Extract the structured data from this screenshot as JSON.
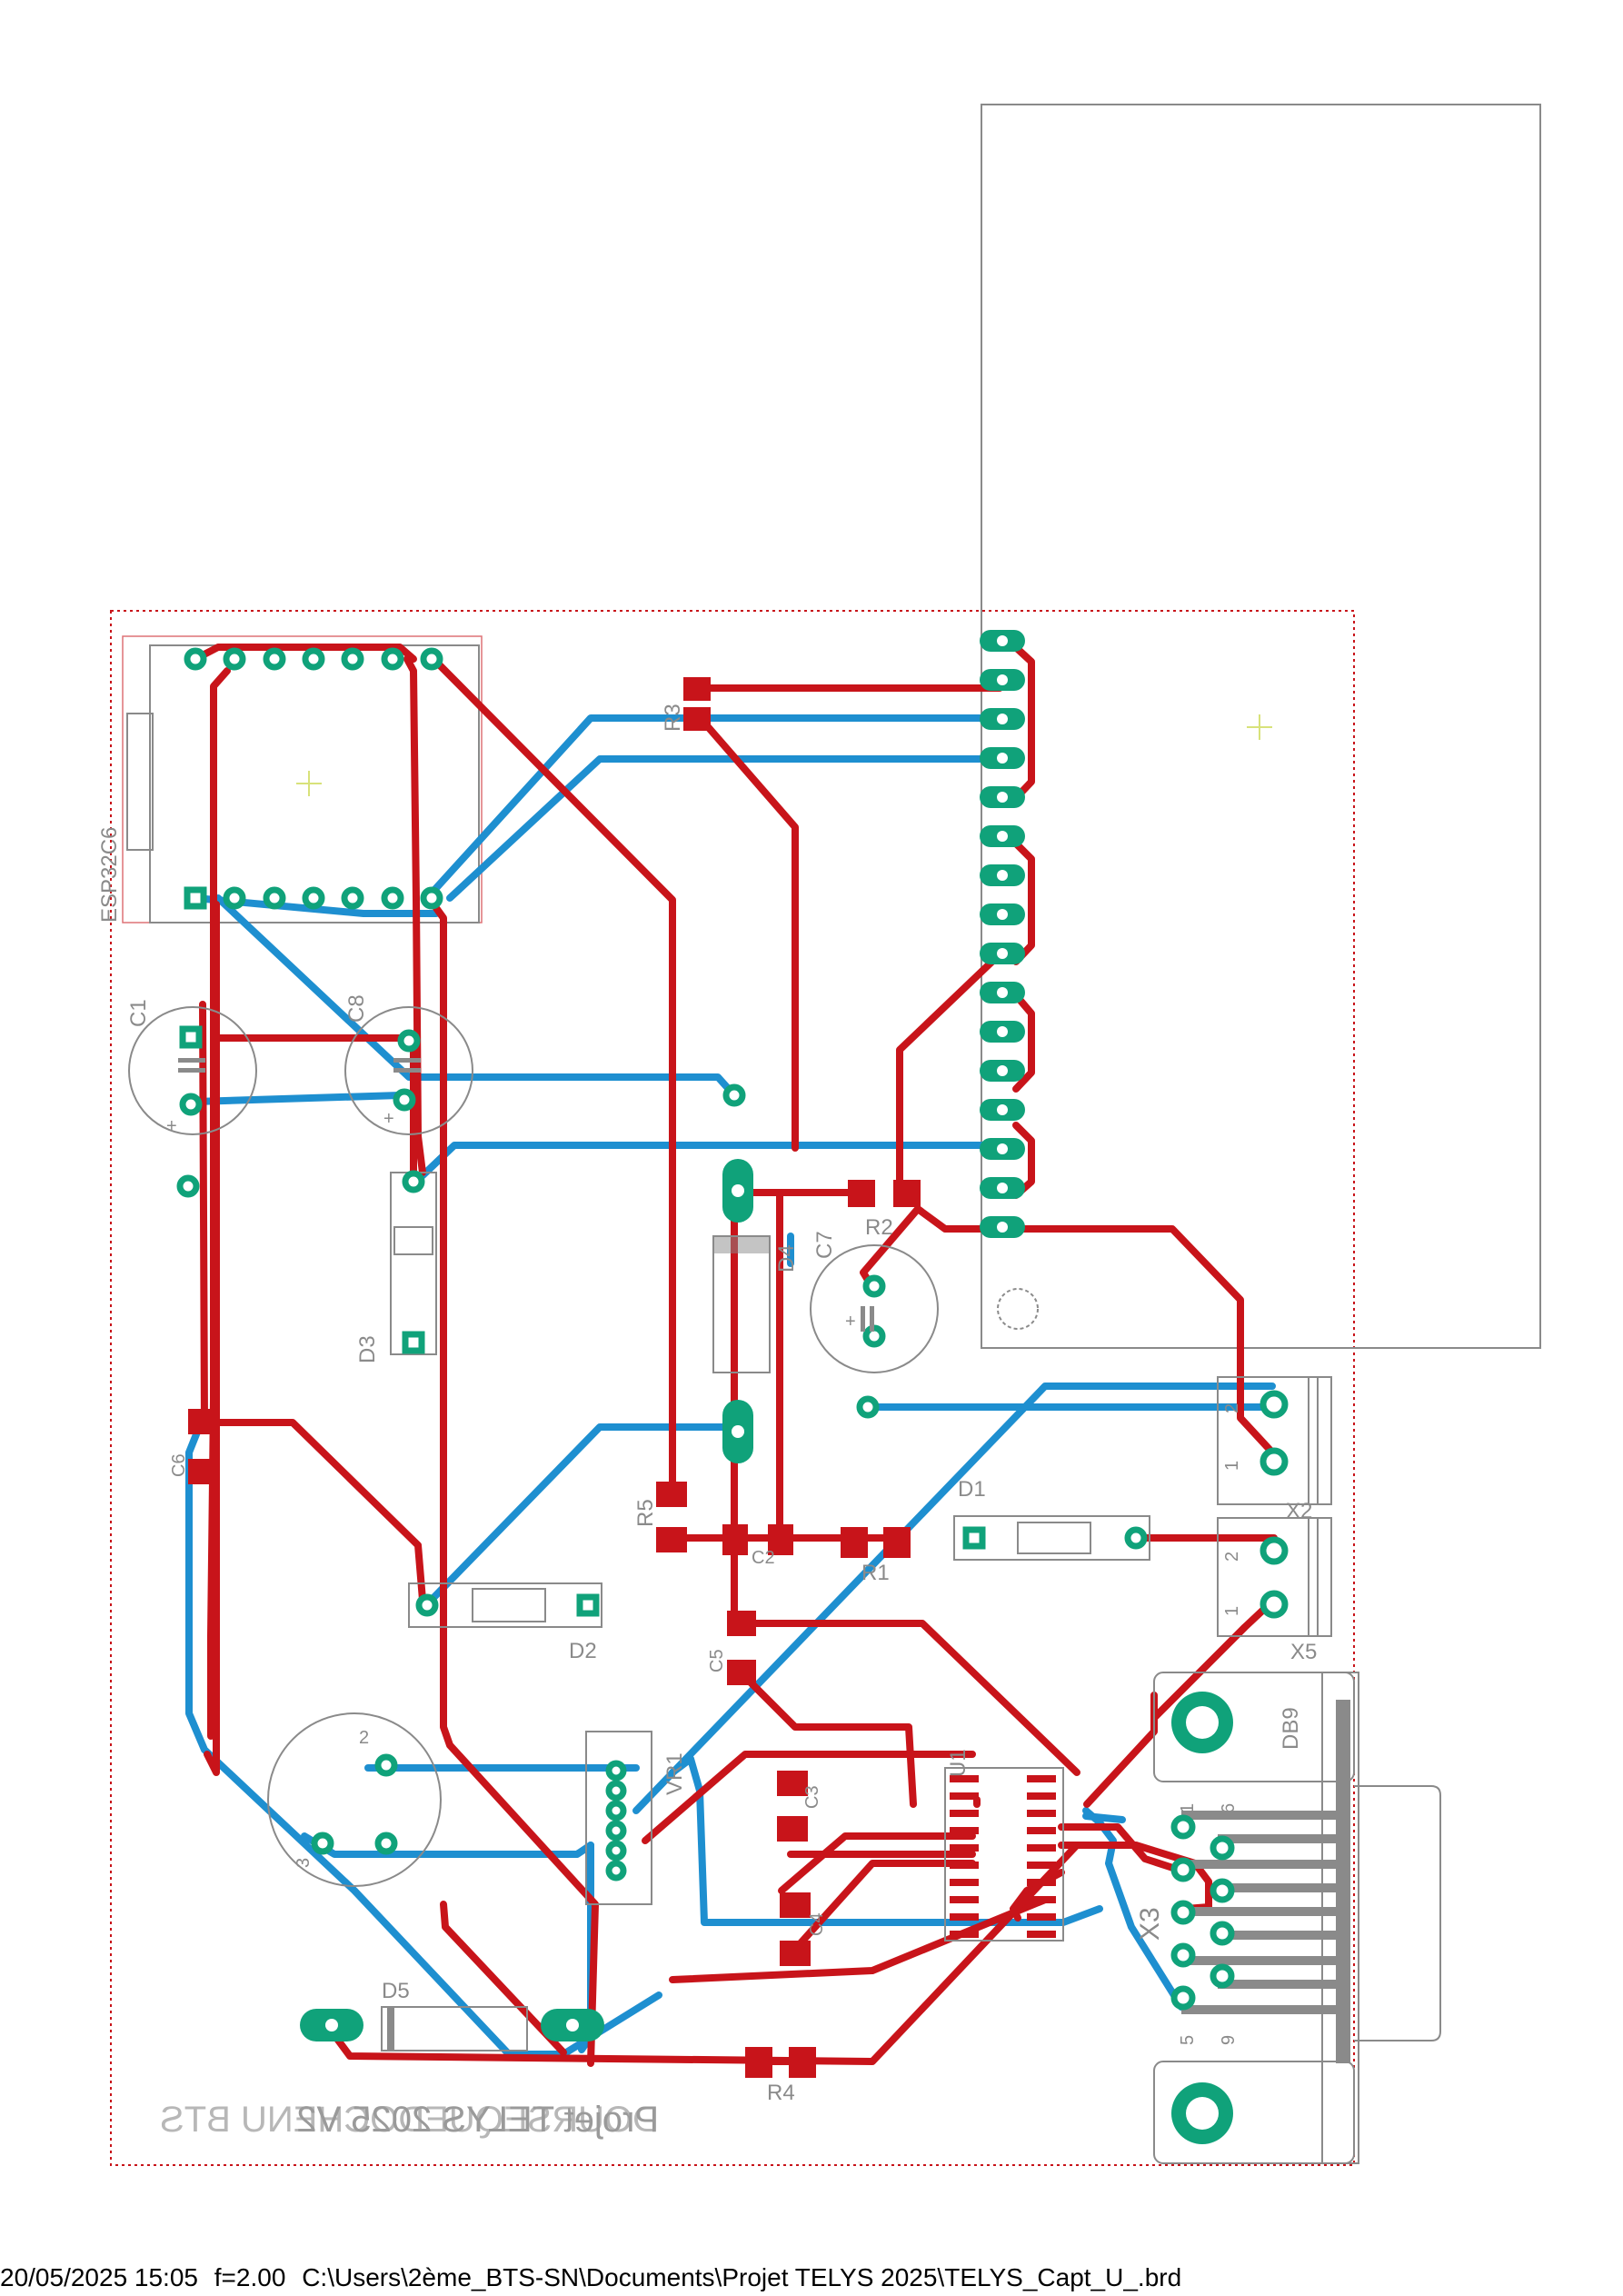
{
  "footer": {
    "timestamp": "20/05/2025 15:05",
    "factor": "f=2.00",
    "file_path": "C:\\Users\\2ème_BTS-SN\\Documents\\Projet TELYS 2025\\TELYS_Capt_U_.brd"
  },
  "board_text": {
    "mirrored_line_1": "Projet TELYS 2025 V2",
    "mirrored_line_2": "DOURSEQUEDOCHENU BTS"
  },
  "components": {
    "esp": "ESP32C6",
    "c1": "C1",
    "c8": "C8",
    "c7": "C7",
    "c6": "C6",
    "c2": "C2",
    "c5": "C5",
    "c3": "C3",
    "c4": "C4",
    "d1": "D1",
    "d2": "D2",
    "d3": "D3",
    "d4": "D4",
    "d5": "D5",
    "r1": "R1",
    "r2": "R2",
    "r3": "R3",
    "r4": "R4",
    "r5": "R5",
    "u1": "U1",
    "vr1": "VR1",
    "x2": "X2",
    "x3": "X3",
    "x5": "X5",
    "db9": "DB9"
  },
  "pin_labels": {
    "x2_pin1": "1",
    "x2_pin2": "2",
    "x5_pin1": "1",
    "x5_pin2": "2",
    "x3_pin1": "1",
    "x3_pin6": "6",
    "x3_pin5": "5",
    "x3_pin9": "9",
    "din_pin2": "2",
    "din_pin3": "3",
    "cap_plus": "+"
  },
  "colors": {
    "top_copper": "#c8141a",
    "bottom_copper": "#1e8fd0",
    "pad": "#10a27a",
    "outline": "#8a8a8a",
    "board_edge": "#c8141a"
  }
}
